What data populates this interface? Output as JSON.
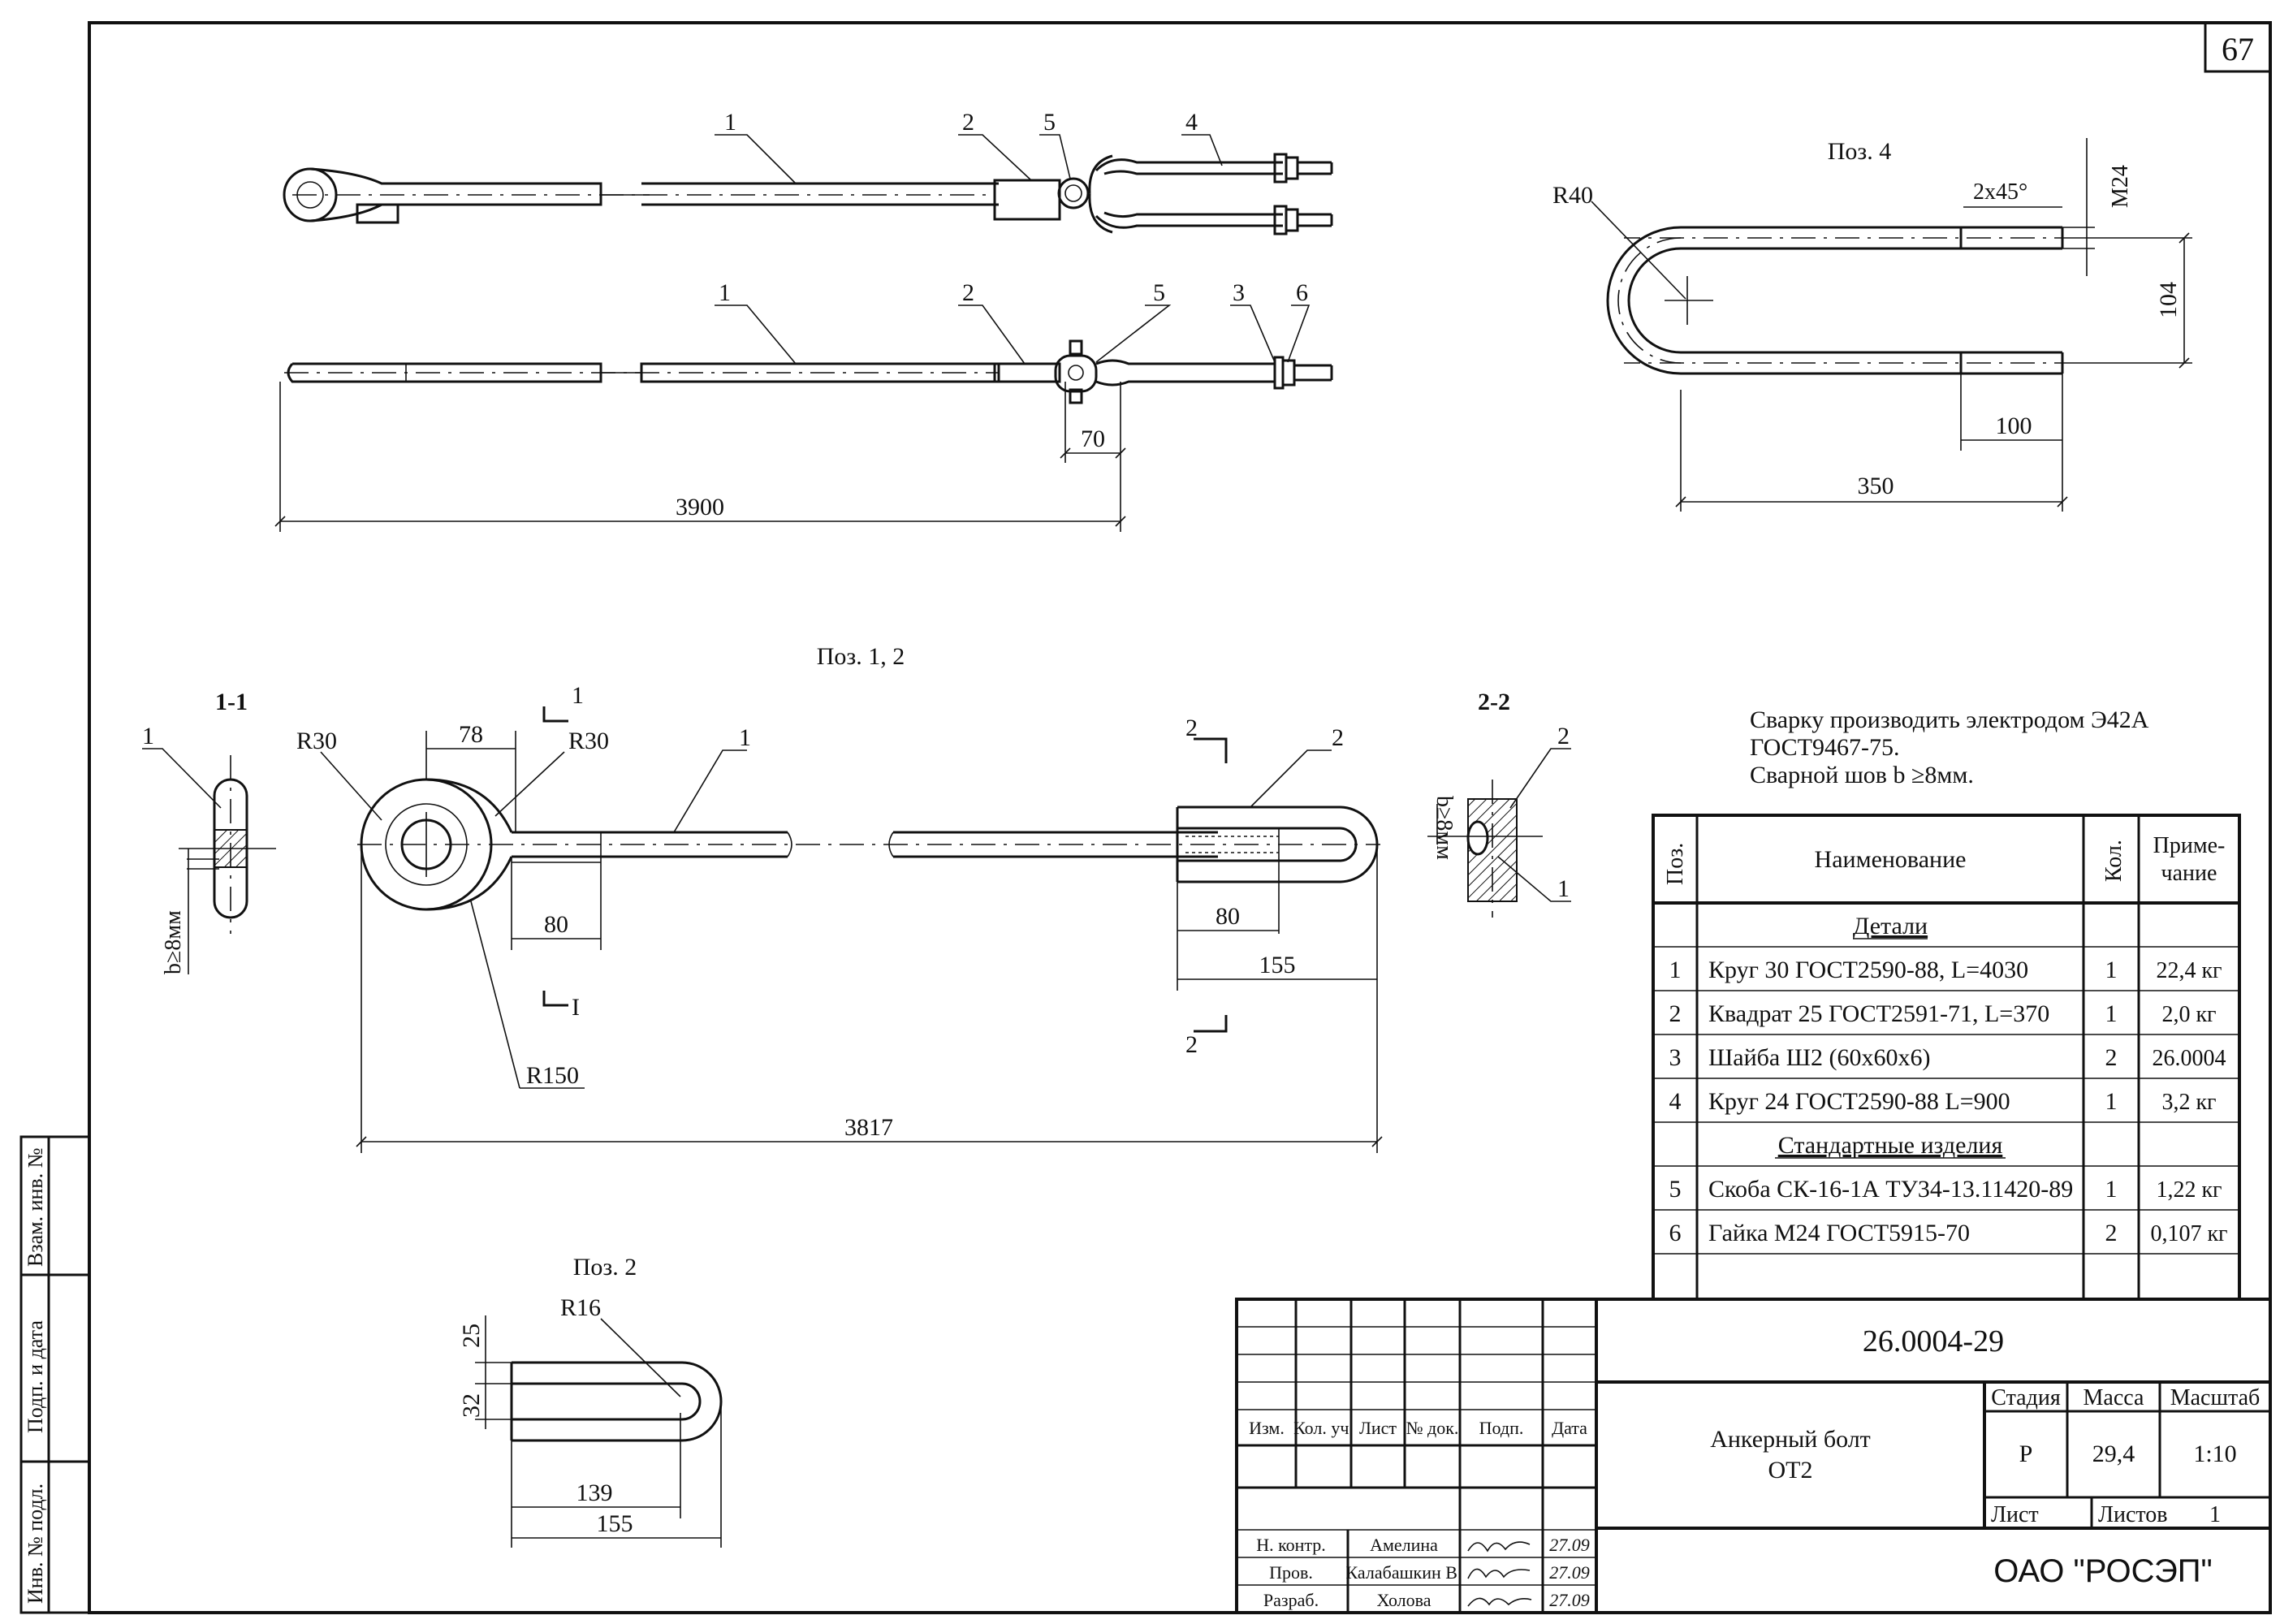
{
  "sheet_number": "67",
  "assembly": {
    "leaders": [
      "1",
      "2",
      "5",
      "4"
    ],
    "leaders_bottom": [
      "1",
      "2",
      "5",
      "3",
      "6"
    ],
    "dim_70": "70",
    "dim_3900": "3900"
  },
  "pos4": {
    "title": "Поз. 4",
    "r40": "R40",
    "chamfer": "2x45°",
    "thread": "M24",
    "dim_104": "104",
    "dim_100": "100",
    "dim_350": "350"
  },
  "pos12": {
    "title": "Поз. 1, 2",
    "section_1_1": "1-1",
    "section_2_2": "2-2",
    "b_ge_8": "b≥8мм",
    "r30a": "R30",
    "r30b": "R30",
    "r150": "R150",
    "dim_78": "78",
    "dim_80a": "80",
    "dim_80b": "80",
    "dim_155": "155",
    "dim_3817": "3817",
    "cut1": "1",
    "cut1b": "I",
    "cut2": "2",
    "lbl1": "1",
    "lbl2": "2"
  },
  "pos2": {
    "title": "Поз. 2",
    "r16": "R16",
    "dim_25": "25",
    "dim_32": "32",
    "dim_139": "139",
    "dim_155": "155"
  },
  "notes": [
    "Сварку производить электродом Э42А",
    "ГОСТ9467-75.",
    "Сварной шов b ≥8мм."
  ],
  "spec_table": {
    "headers": {
      "pos": "Поз.",
      "name": "Наименование",
      "qty": "Кол.",
      "note1": "Приме-",
      "note2": "чание"
    },
    "section_details": "Детали",
    "section_standard": "Стандартные изделия",
    "details": [
      {
        "pos": "1",
        "name": "Круг 30 ГОСТ2590-88, L=4030",
        "qty": "1",
        "note": "22,4 кг"
      },
      {
        "pos": "2",
        "name": "Квадрат 25 ГОСТ2591-71, L=370",
        "qty": "1",
        "note": "2,0 кг"
      },
      {
        "pos": "3",
        "name": "Шайба Ш2 (60х60х6)",
        "qty": "2",
        "note": "26.0004"
      },
      {
        "pos": "4",
        "name": "Круг 24 ГОСТ2590-88 L=900",
        "qty": "1",
        "note": "3,2 кг"
      }
    ],
    "standard": [
      {
        "pos": "5",
        "name": "Скоба СК-16-1А ТУ34-13.11420-89",
        "qty": "1",
        "note": "1,22 кг"
      },
      {
        "pos": "6",
        "name": "Гайка М24 ГОСТ5915-70",
        "qty": "2",
        "note": "0,107 кг"
      }
    ]
  },
  "title_block": {
    "doc_code": "26.0004-29",
    "name1": "Анкерный болт",
    "name2": "ОТ2",
    "stage_h": "Стадия",
    "mass_h": "Масса",
    "scale_h": "Масштаб",
    "stage": "Р",
    "mass": "29,4",
    "scale": "1:10",
    "sheet_h": "Лист",
    "sheets_h": "Листов",
    "sheets": "1",
    "company": "ОАО \"РОСЭП\"",
    "col_izm": "Изм.",
    "col_kol": "Кол. уч.",
    "col_list": "Лист",
    "col_ndok": "№ док.",
    "col_podp": "Подп.",
    "col_data": "Дата",
    "roles": [
      {
        "role": "Н. контр.",
        "name": "Амелина",
        "date": "27.09"
      },
      {
        "role": "Пров.",
        "name": "Калабашкин В.",
        "date": "27.09"
      },
      {
        "role": "Разраб.",
        "name": "Холова",
        "date": "27.09"
      }
    ]
  },
  "side_stamp": {
    "inv_podl": "Инв. № подл.",
    "podp_data": "Подп. и дата",
    "vzam_inv": "Взам. инв. №"
  }
}
